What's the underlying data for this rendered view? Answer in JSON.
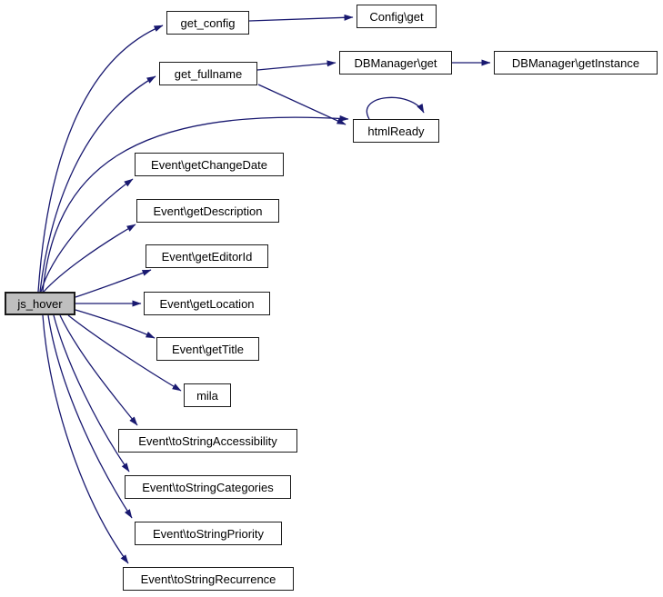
{
  "diagram": {
    "type": "call-graph",
    "root": "js_hover",
    "colors": {
      "edge": "#191970",
      "node_border": "#1a1a1a",
      "node_fill": "#ffffff",
      "root_fill": "#bfbfbf",
      "text": "#000000",
      "background": "#ffffff"
    },
    "nodes": [
      {
        "id": "js_hover",
        "label": "js_hover",
        "root": true
      },
      {
        "id": "get_config",
        "label": "get_config"
      },
      {
        "id": "config_get",
        "label": "Config\\get"
      },
      {
        "id": "get_fullname",
        "label": "get_fullname"
      },
      {
        "id": "dbmanager_get",
        "label": "DBManager\\get"
      },
      {
        "id": "dbmanager_getinstance",
        "label": "DBManager\\getInstance"
      },
      {
        "id": "htmlready",
        "label": "htmlReady"
      },
      {
        "id": "event_getchangedate",
        "label": "Event\\getChangeDate"
      },
      {
        "id": "event_getdescription",
        "label": "Event\\getDescription"
      },
      {
        "id": "event_geteditorid",
        "label": "Event\\getEditorId"
      },
      {
        "id": "event_getlocation",
        "label": "Event\\getLocation"
      },
      {
        "id": "event_gettitle",
        "label": "Event\\getTitle"
      },
      {
        "id": "mila",
        "label": "mila"
      },
      {
        "id": "event_tostringaccessibility",
        "label": "Event\\toStringAccessibility"
      },
      {
        "id": "event_tostringcategories",
        "label": "Event\\toStringCategories"
      },
      {
        "id": "event_tostringpriority",
        "label": "Event\\toStringPriority"
      },
      {
        "id": "event_tostringrecurrence",
        "label": "Event\\toStringRecurrence"
      }
    ],
    "edges": [
      {
        "from": "js_hover",
        "to": "get_config"
      },
      {
        "from": "js_hover",
        "to": "get_fullname"
      },
      {
        "from": "js_hover",
        "to": "htmlready"
      },
      {
        "from": "js_hover",
        "to": "event_getchangedate"
      },
      {
        "from": "js_hover",
        "to": "event_getdescription"
      },
      {
        "from": "js_hover",
        "to": "event_geteditorid"
      },
      {
        "from": "js_hover",
        "to": "event_getlocation"
      },
      {
        "from": "js_hover",
        "to": "event_gettitle"
      },
      {
        "from": "js_hover",
        "to": "mila"
      },
      {
        "from": "js_hover",
        "to": "event_tostringaccessibility"
      },
      {
        "from": "js_hover",
        "to": "event_tostringcategories"
      },
      {
        "from": "js_hover",
        "to": "event_tostringpriority"
      },
      {
        "from": "js_hover",
        "to": "event_tostringrecurrence"
      },
      {
        "from": "get_config",
        "to": "config_get"
      },
      {
        "from": "get_fullname",
        "to": "dbmanager_get"
      },
      {
        "from": "get_fullname",
        "to": "htmlready"
      },
      {
        "from": "dbmanager_get",
        "to": "dbmanager_getinstance"
      },
      {
        "from": "htmlready",
        "to": "htmlready"
      }
    ]
  }
}
